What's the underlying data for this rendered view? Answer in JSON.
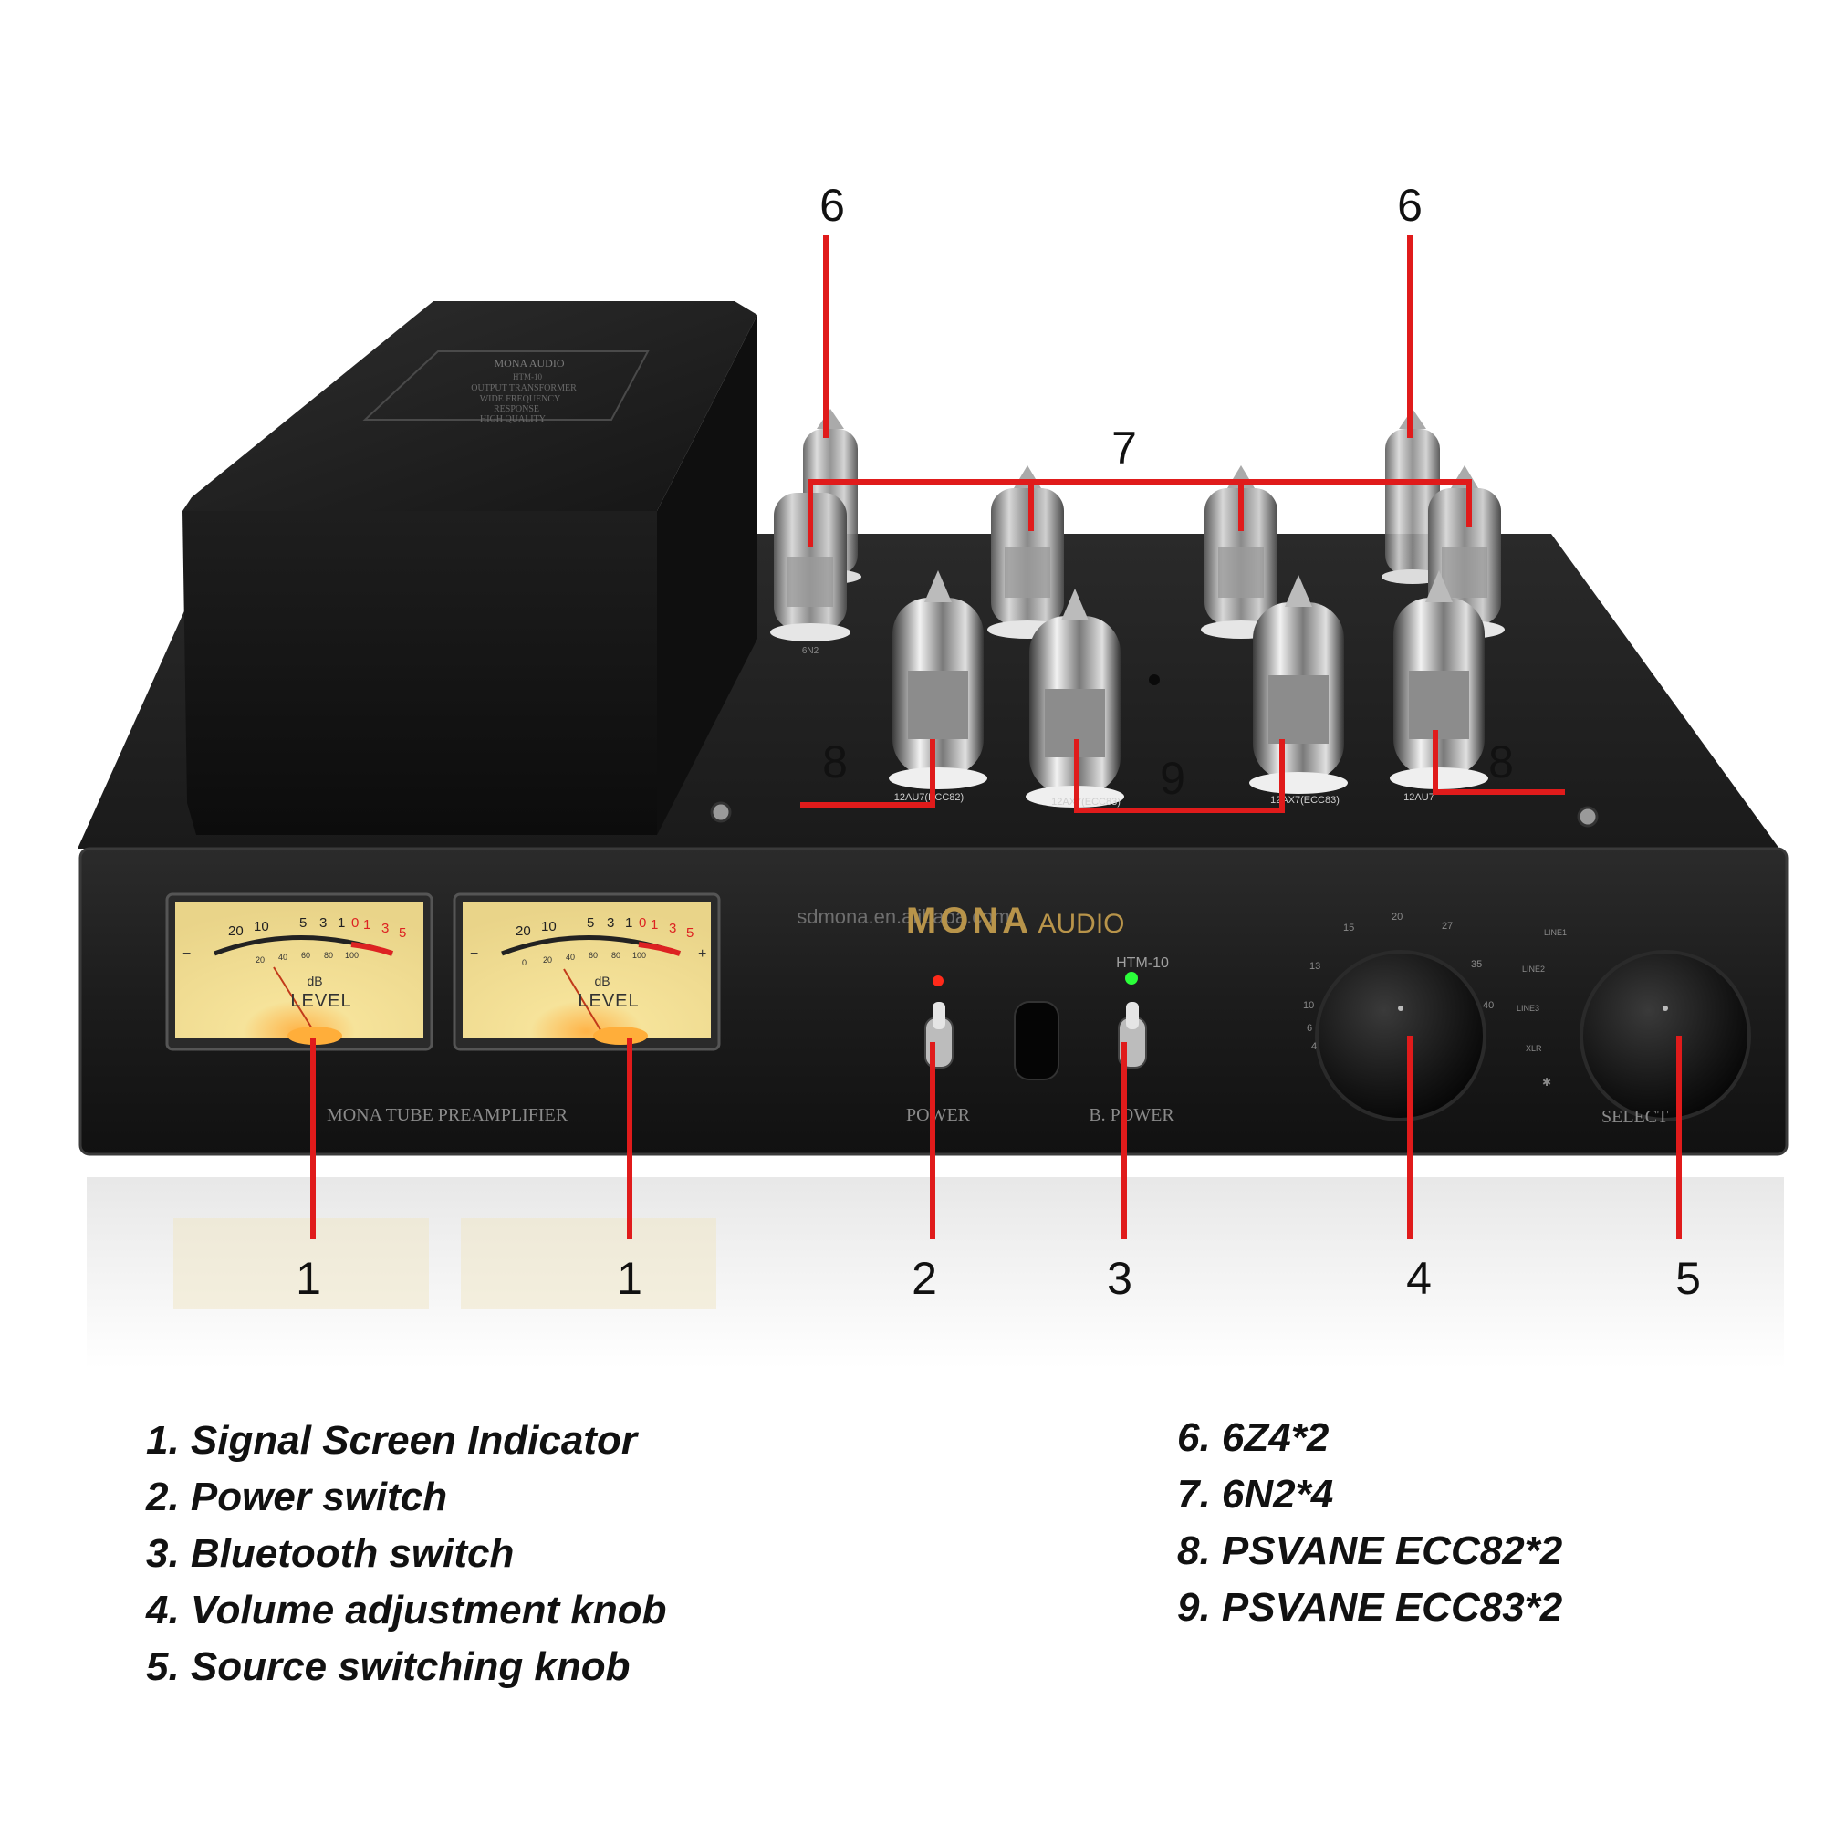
{
  "device": {
    "lid_badge_brand": "MONA AUDIO",
    "lid_badge_lines": [
      "HTM-10",
      "OUTPUT TRANSFORMER",
      "WIDE FREQUENCY",
      "RESPONSE",
      "HIGH QUALITY"
    ],
    "watermark": "sdmona.en.alibaba.com",
    "brand_logo": "MONA",
    "brand_suffix": "AUDIO",
    "model": "HTM-10",
    "front_label": "MONA TUBE PREAMPLIFIER",
    "power_label": "POWER",
    "bpower_label": "B. POWER",
    "select_label": "SELECT",
    "meter": {
      "scale_top": [
        "20",
        "10",
        "5",
        "3",
        "1",
        "0",
        "1",
        "3",
        "5"
      ],
      "scale_bottom": [
        "0",
        "20",
        "40",
        "60",
        "80",
        "100"
      ],
      "unit": "dB",
      "title": "LEVEL",
      "minus": "−",
      "plus": "+"
    },
    "volume_scale": [
      "4",
      "6",
      "10",
      "13",
      "15",
      "20",
      "27",
      "35",
      "40"
    ],
    "source_scale": [
      "LINE1",
      "LINE2",
      "LINE3",
      "XLR",
      "✱"
    ],
    "tube_labels": {
      "front_left": "12AU7(ECC82)",
      "front_mid_left": "12AX7(ECC83)",
      "front_mid_right": "12AX7(ECC83)",
      "front_right": "12AU7",
      "rear_left": "6N2"
    },
    "colors": {
      "callout_line": "#e01b1b",
      "chassis": "#141414",
      "meter_face": "#f1dc8a",
      "power_led": "#ff2a1a",
      "bpower_led": "#2bff3a"
    }
  },
  "callouts": {
    "n1a": "1",
    "n1b": "1",
    "n2": "2",
    "n3": "3",
    "n4": "4",
    "n5": "5",
    "n6a": "6",
    "n6b": "6",
    "n7": "7",
    "n8a": "8",
    "n8b": "8",
    "n9": "9"
  },
  "legend_left": [
    "1. Signal Screen Indicator",
    "2. Power switch",
    "3. Bluetooth switch",
    "4. Volume adjustment knob",
    "5. Source switching knob"
  ],
  "legend_right": [
    "6. 6Z4*2",
    "7. 6N2*4",
    "8. PSVANE ECC82*2",
    "9. PSVANE ECC83*2"
  ]
}
